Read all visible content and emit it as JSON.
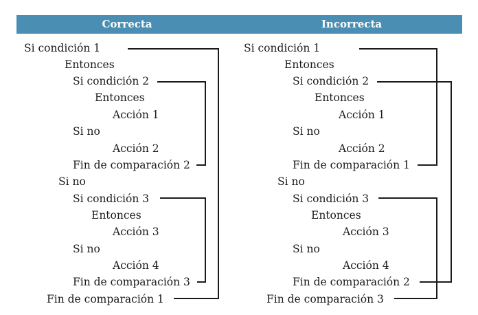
{
  "header": {
    "correct_label": "Correcta",
    "incorrect_label": "Incorrecta",
    "background_color": "#4a8eb4"
  },
  "correct": {
    "lines": [
      "Si condición 1",
      "Entonces",
      "Si condición 2",
      "Entonces",
      "Acción 1",
      "Si no",
      "Acción 2",
      "Fin de comparación 2",
      "Si no",
      "Si condición 3",
      "Entonces",
      "Acción 3",
      "Si no",
      "Acción 4",
      "Fin de comparación 3",
      "Fin de comparación 1"
    ]
  },
  "incorrect": {
    "lines": [
      "Si condición 1",
      "Entonces",
      "Si condición 2",
      "Entonces",
      "Acción 1",
      "Si no",
      "Acción 2",
      "Fin de comparación 1",
      "Si no",
      "Si condición 3",
      "Entonces",
      "Acción 3",
      "Si no",
      "Acción 4",
      "Fin de comparación 2",
      "Fin de comparación 3"
    ]
  }
}
